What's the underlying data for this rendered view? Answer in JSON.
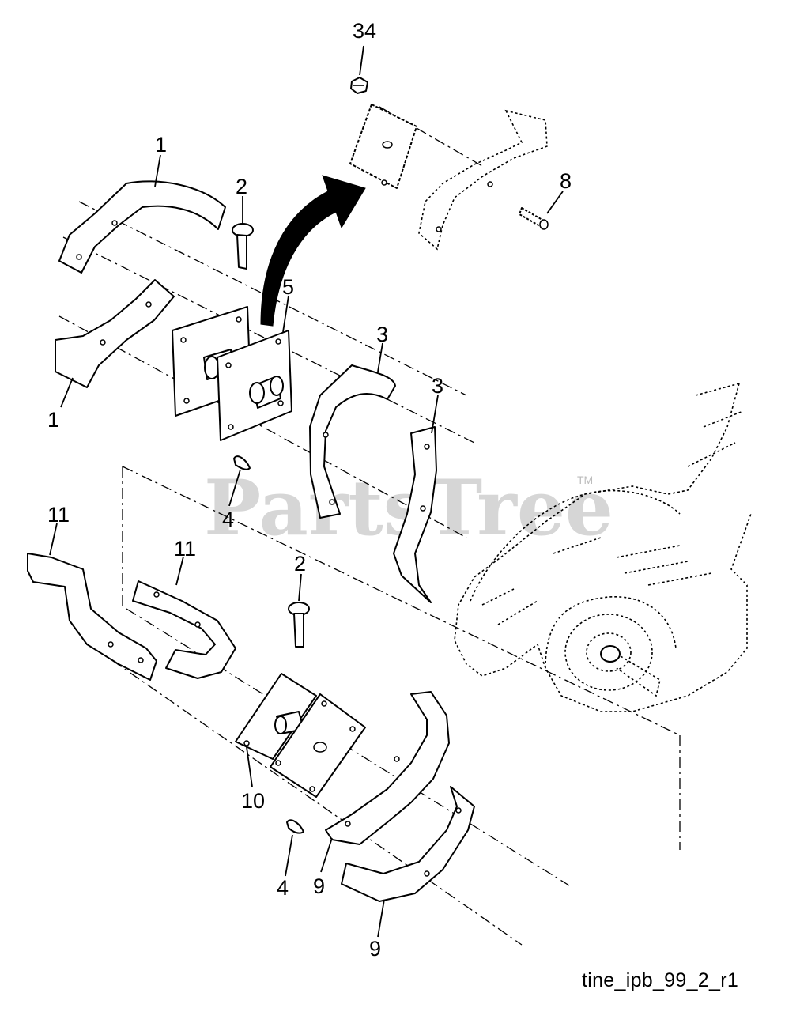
{
  "watermark": {
    "text": "PartsTree",
    "trademark": "TM"
  },
  "figure_id": "tine_ipb_99_2_r1",
  "callouts": {
    "c34": "34",
    "c8": "8",
    "c1_top": "1",
    "c2_top": "2",
    "c5": "5",
    "c1_left": "1",
    "c3_a": "3",
    "c3_b": "3",
    "c4_top": "4",
    "c11_left": "11",
    "c11_mid": "11",
    "c2_bottom": "2",
    "c10": "10",
    "c4_bottom": "4",
    "c9_a": "9",
    "c9_b": "9"
  }
}
